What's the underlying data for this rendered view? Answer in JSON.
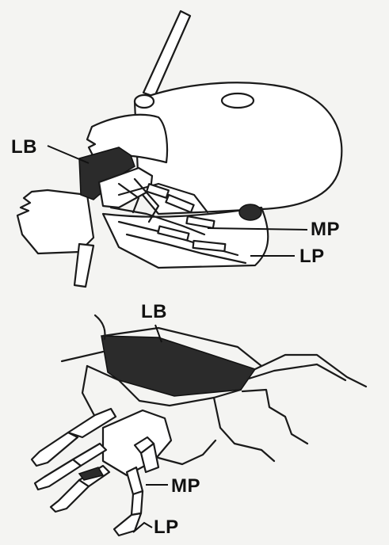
{
  "labels": {
    "top": {
      "lb": "LB",
      "mp": "MP",
      "lp": "LP"
    },
    "bottom": {
      "lb": "LB",
      "mp": "MP",
      "lp": "LP"
    }
  },
  "colors": {
    "paper": "#f4f4f2",
    "ink": "#1a1a1a",
    "shade": "#2b2b2b"
  }
}
